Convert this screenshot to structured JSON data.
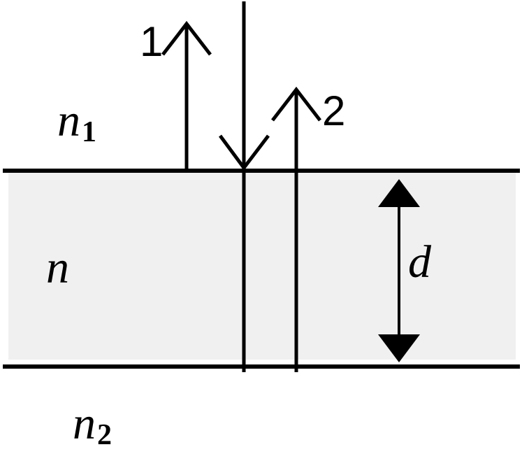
{
  "media": {
    "top": {
      "symbol": "n",
      "subscript": "1"
    },
    "film": {
      "symbol": "n"
    },
    "bottom": {
      "symbol": "n",
      "subscript": "2"
    }
  },
  "rays": {
    "reflected_1": {
      "label": "1"
    },
    "reflected_2": {
      "label": "2"
    }
  },
  "thickness": {
    "label": "d"
  },
  "colors": {
    "film_fill": "#f0f0f0",
    "line": "#000000",
    "background": "#ffffff"
  }
}
